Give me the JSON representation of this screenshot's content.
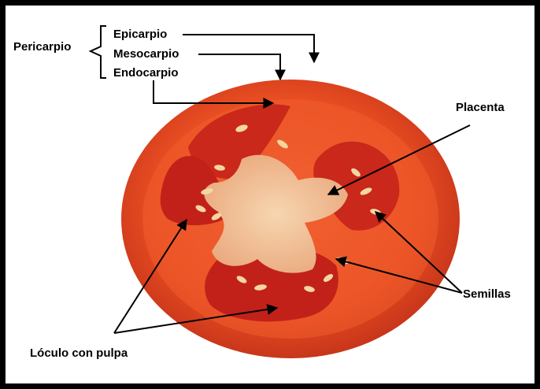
{
  "labels": {
    "pericarpio": "Pericarpio",
    "epicarpio": "Epicarpio",
    "mesocarpio": "Mesocarpio",
    "endocarpio": "Endocarpio",
    "placenta": "Placenta",
    "semillas": "Semillas",
    "loculo": "Lóculo con pulpa"
  },
  "colors": {
    "skin": "#e2471f",
    "flesh": "#ef5a2a",
    "locule": "#c4231a",
    "placenta": "#f3c89a",
    "seed": "#f2d39a",
    "line": "#000000"
  }
}
